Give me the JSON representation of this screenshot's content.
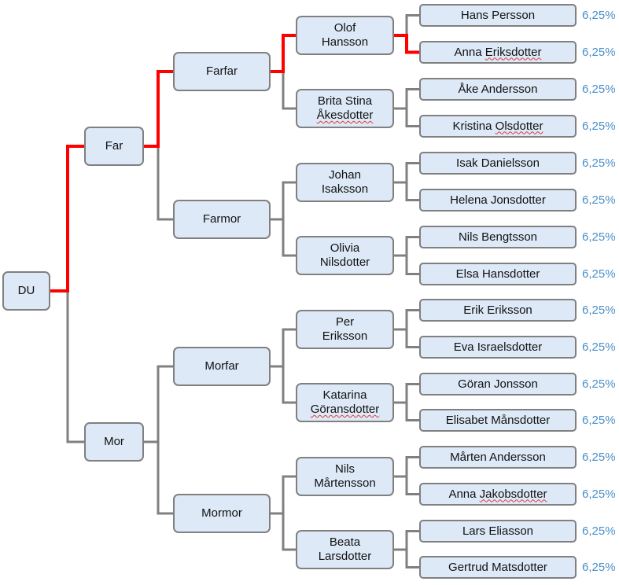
{
  "diagram": {
    "type": "ancestor-tree",
    "root": "DU",
    "highlight_color": "#ff0000",
    "line_color": "#808080",
    "node_fill": "#dde9f7",
    "percent_color": "#4a90c8",
    "generations": [
      {
        "level": 0,
        "nodes": [
          {
            "id": "du",
            "label": "DU"
          }
        ]
      },
      {
        "level": 1,
        "nodes": [
          {
            "id": "far",
            "label": "Far"
          },
          {
            "id": "mor",
            "label": "Mor"
          }
        ]
      },
      {
        "level": 2,
        "nodes": [
          {
            "id": "farfar",
            "label": "Farfar"
          },
          {
            "id": "farmor",
            "label": "Farmor"
          },
          {
            "id": "morfar",
            "label": "Morfar"
          },
          {
            "id": "mormor",
            "label": "Mormor"
          }
        ]
      },
      {
        "level": 3,
        "nodes": [
          {
            "id": "olof",
            "label": "Olof\nHansson"
          },
          {
            "id": "brita",
            "label": "Brita Stina\nÅkesdotter",
            "spellcheck_flag": true
          },
          {
            "id": "johan",
            "label": "Johan\nIsaksson"
          },
          {
            "id": "olivia",
            "label": "Olivia\nNilsdotter"
          },
          {
            "id": "per",
            "label": "Per\nEriksson"
          },
          {
            "id": "katarina",
            "label": "Katarina\nGöransdotter",
            "spellcheck_flag": true
          },
          {
            "id": "nils-m",
            "label": "Nils\nMårtensson"
          },
          {
            "id": "beata",
            "label": "Beata\nLarsdotter"
          }
        ]
      },
      {
        "level": 4,
        "nodes": [
          {
            "id": "hans",
            "label": "Hans Persson",
            "percent": "6,25%"
          },
          {
            "id": "anna-e",
            "label": "Anna Eriksdotter",
            "percent": "6,25%",
            "spellcheck_flag": true
          },
          {
            "id": "ake",
            "label": "Åke Andersson",
            "percent": "6,25%"
          },
          {
            "id": "kristina",
            "label": "Kristina Olsdotter",
            "percent": "6,25%",
            "spellcheck_flag": true
          },
          {
            "id": "isak",
            "label": "Isak Danielsson",
            "percent": "6,25%"
          },
          {
            "id": "helena",
            "label": "Helena Jonsdotter",
            "percent": "6,25%"
          },
          {
            "id": "nils-b",
            "label": "Nils Bengtsson",
            "percent": "6,25%"
          },
          {
            "id": "elsa",
            "label": "Elsa Hansdotter",
            "percent": "6,25%"
          },
          {
            "id": "erik",
            "label": "Erik Eriksson",
            "percent": "6,25%"
          },
          {
            "id": "eva",
            "label": "Eva Israelsdotter",
            "percent": "6,25%"
          },
          {
            "id": "goran",
            "label": "Göran Jonsson",
            "percent": "6,25%"
          },
          {
            "id": "elisabet",
            "label": "Elisabet Månsdotter",
            "percent": "6,25%"
          },
          {
            "id": "marten",
            "label": "Mårten Andersson",
            "percent": "6,25%"
          },
          {
            "id": "anna-j",
            "label": "Anna Jakobsdotter",
            "percent": "6,25%",
            "spellcheck_flag": true
          },
          {
            "id": "lars",
            "label": "Lars Eliasson",
            "percent": "6,25%"
          },
          {
            "id": "gertrud",
            "label": "Gertrud Matsdotter",
            "percent": "6,25%"
          }
        ]
      }
    ],
    "highlighted_path": [
      "du",
      "far",
      "farfar",
      "olof",
      "anna-e"
    ]
  }
}
